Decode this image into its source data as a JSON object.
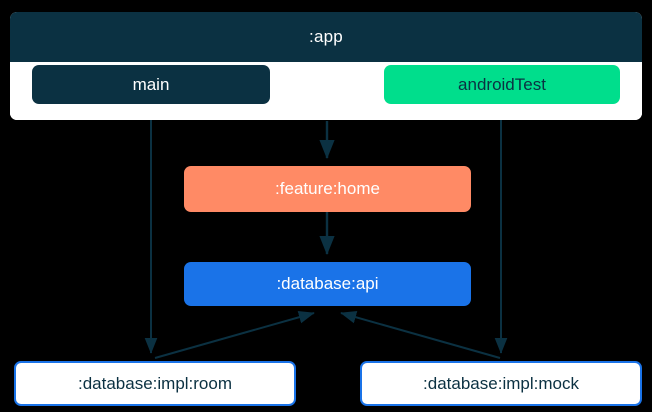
{
  "diagram": {
    "type": "module-dependency-graph",
    "background_color": "#000000",
    "edge_color": "#0B3142",
    "cluster": {
      "id": "app",
      "title": ":app",
      "header_color": "#0B3142",
      "header_text_color": "#ffffff",
      "body_color": "#ffffff",
      "source_sets": [
        {
          "id": "main",
          "label": "main",
          "fill": "#0B3142",
          "text_color": "#ffffff"
        },
        {
          "id": "androidTest",
          "label": "androidTest",
          "fill": "#00DE8C",
          "text_color": "#0B3142"
        }
      ]
    },
    "nodes": [
      {
        "id": "feature-home",
        "label": ":feature:home",
        "fill": "#FF8A65",
        "text_color": "#ffffff",
        "border": "none"
      },
      {
        "id": "database-api",
        "label": ":database:api",
        "fill": "#1A73E8",
        "text_color": "#ffffff",
        "border": "none"
      },
      {
        "id": "database-impl-room",
        "label": ":database:impl:room",
        "fill": "#ffffff",
        "text_color": "#0B3142",
        "border": "#1A73E8"
      },
      {
        "id": "database-impl-mock",
        "label": ":database:impl:mock",
        "fill": "#ffffff",
        "text_color": "#0B3142",
        "border": "#1A73E8"
      }
    ],
    "edges": [
      {
        "from": "main",
        "to": "database-impl-room",
        "style": "straight-vertical"
      },
      {
        "from": "app",
        "to": "feature-home",
        "style": "straight-vertical"
      },
      {
        "from": "feature-home",
        "to": "database-api",
        "style": "straight-vertical"
      },
      {
        "from": "androidTest",
        "to": "database-impl-mock",
        "style": "straight-vertical"
      },
      {
        "from": "database-impl-room",
        "to": "database-api",
        "style": "diagonal"
      },
      {
        "from": "database-impl-mock",
        "to": "database-api",
        "style": "diagonal"
      }
    ]
  }
}
